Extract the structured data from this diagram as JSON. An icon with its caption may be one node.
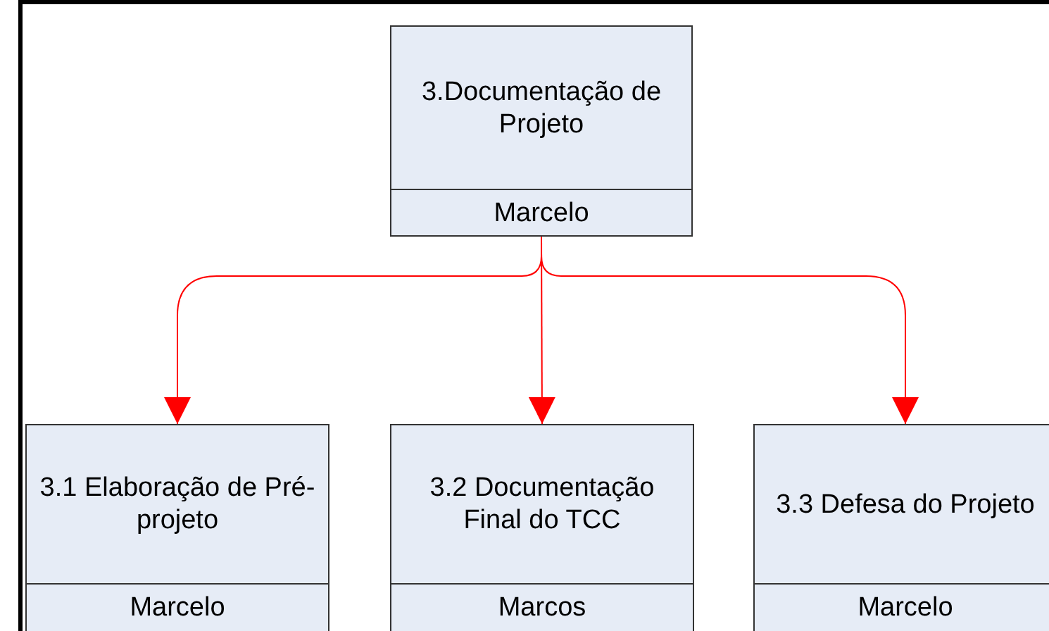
{
  "diagram": {
    "nodes": [
      {
        "text": [
          "3.Documentação de Projeto",
          "Marcelo"
        ]
      },
      {
        "text": [
          "3.1 Elaboração de Pré-projeto",
          "Marcelo"
        ]
      },
      {
        "text": [
          "3.2 Documentação Final do TCC",
          "Marcos"
        ]
      },
      {
        "text": [
          "3.3 Defesa do Projeto",
          "Marcelo"
        ]
      }
    ],
    "edges": [
      {
        "from": 0,
        "to": 1,
        "arrow": "to"
      },
      {
        "from": 0,
        "to": 2,
        "arrow": "to"
      },
      {
        "from": 0,
        "to": 3,
        "arrow": "to"
      }
    ]
  }
}
